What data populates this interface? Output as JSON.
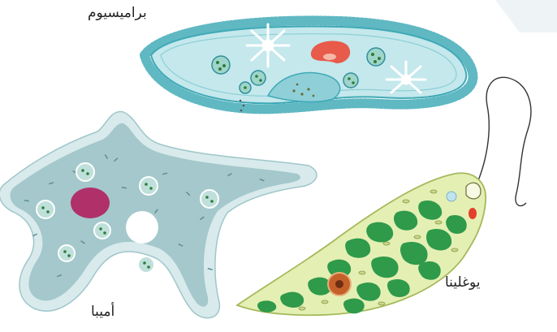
{
  "labels": {
    "paramecium": "براميسيوم",
    "amoeba": "أميبا",
    "euglena": "يوغلينا"
  },
  "colors": {
    "paramecium_body": "#bfe6ea",
    "paramecium_edge": "#3fa9b6",
    "amoeba_outer": "#d6e9ea",
    "amoeba_inner": "#9cc4c7",
    "amoeba_nucleus": "#b0306a",
    "euglena_body": "#e4efb4",
    "chloroplast": "#2e9a4a",
    "euglena_nucleus": "#c4612a",
    "eyespot": "#e3402a"
  }
}
